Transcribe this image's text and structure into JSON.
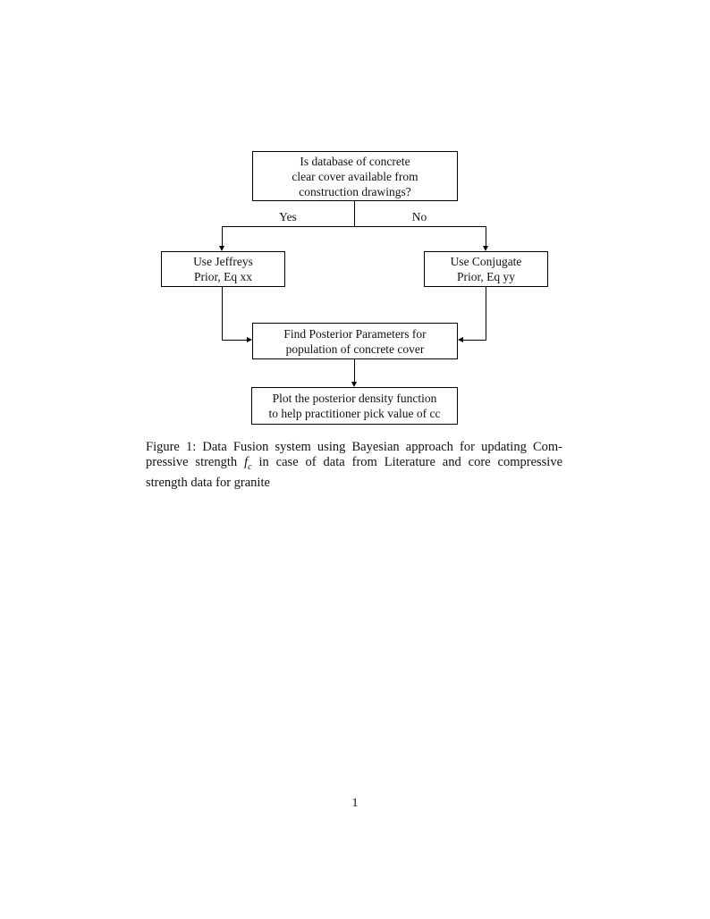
{
  "flowchart": {
    "nodes": {
      "question": {
        "lines": [
          "Is database of concrete",
          "clear cover available from",
          "construction drawings?"
        ]
      },
      "jeffreys": {
        "lines": [
          "Use Jeffreys",
          "Prior, Eq xx"
        ]
      },
      "conjugate": {
        "lines": [
          "Use Conjugate",
          "Prior, Eq yy"
        ]
      },
      "posterior": {
        "lines": [
          "Find Posterior Parameters for",
          "population of concrete cover"
        ]
      },
      "plot": {
        "lines": [
          "Plot the posterior density function",
          "to help practitioner pick value of cc"
        ]
      }
    },
    "edge_labels": {
      "yes": "Yes",
      "no": "No"
    },
    "line_color": "#000000"
  },
  "caption": {
    "line1": "Figure 1: Data Fusion system using Bayesian approach for updating Com-",
    "line2_pre": "pressive strength ",
    "math_var": "f",
    "math_sub": "c",
    "line2_post": " in case of data from Literature and core compressive",
    "line3": "strength data for granite"
  },
  "page": {
    "number": "1"
  }
}
